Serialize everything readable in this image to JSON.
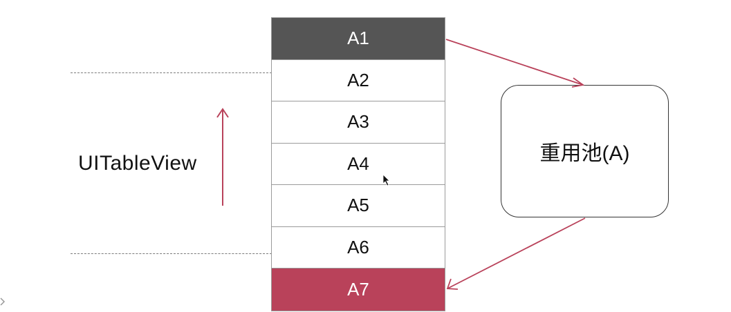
{
  "diagram": {
    "label": "UITableView",
    "cells": [
      {
        "text": "A1",
        "state": "dark"
      },
      {
        "text": "A2",
        "state": "normal"
      },
      {
        "text": "A3",
        "state": "normal"
      },
      {
        "text": "A4",
        "state": "normal"
      },
      {
        "text": "A5",
        "state": "normal"
      },
      {
        "text": "A6",
        "state": "normal"
      },
      {
        "text": "A7",
        "state": "red"
      }
    ],
    "pool_label": "重用池(A)",
    "colors": {
      "dark_cell": "#555555",
      "red_cell": "#b9425a",
      "arrow": "#b9425a"
    }
  }
}
